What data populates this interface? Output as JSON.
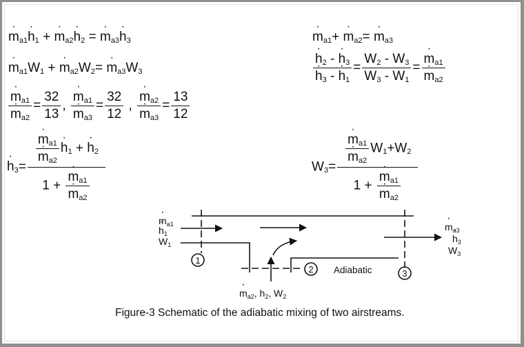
{
  "caption": "Figure-3 Schematic of the adiabatic mixing of two airstreams.",
  "diagram": {
    "inlet1": [
      "m",
      "h",
      "W"
    ],
    "inlet1_subs": [
      "a1",
      "1",
      "1"
    ],
    "outlet": [
      "m",
      "h",
      "W"
    ],
    "outlet_subs": [
      "a3",
      "3",
      "3"
    ],
    "inlet2": "m",
    "inlet2_sub": "a2",
    "inlet2_rest": ", h",
    "inlet2_rest_sub": "2",
    "inlet2_w": ", W",
    "inlet2_w_sub": "2",
    "station1": "1",
    "station2": "2",
    "station3": "3",
    "adiabatic_label": "Adiabatic"
  },
  "symbols": {
    "m": "m",
    "h": "h",
    "W": "W",
    "a1": "a1",
    "a2": "a2",
    "a3": "a3",
    "one": "1",
    "two": "2",
    "three": "3",
    "plus": "+",
    "eq": "=",
    "minus": "-",
    "comma": ","
  },
  "ratios": {
    "r1_num": "32",
    "r1_den": "13",
    "r2_num": "32",
    "r2_den": "12",
    "r3_num": "13",
    "r3_den": "12"
  },
  "fraction_one": "1"
}
